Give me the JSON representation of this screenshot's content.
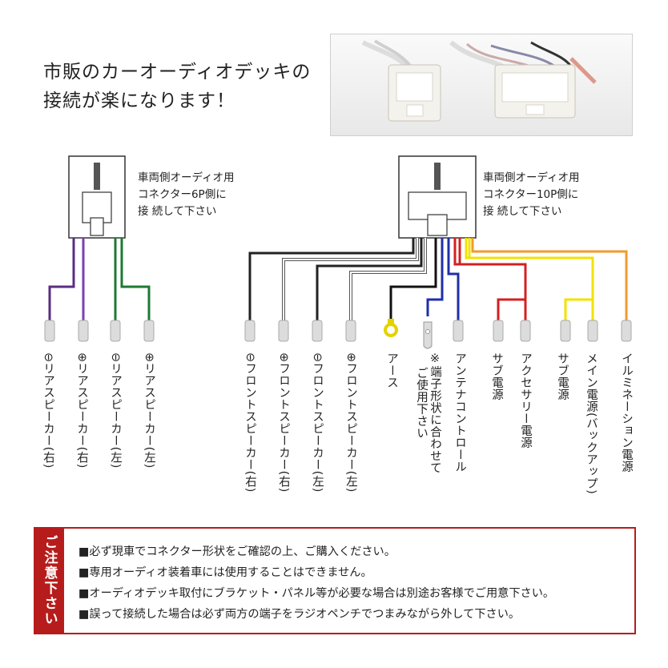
{
  "headline": {
    "line1": "市販のカーオーディオデッキの",
    "line2": "接続が楽になります！"
  },
  "connector_6p": {
    "label_lines": [
      "車両側オーディオ用",
      "コネクター6P側に",
      "接 続して下さい"
    ]
  },
  "connector_10p": {
    "label_lines": [
      "車両側オーディオ用",
      "コネクター10P側に",
      "接 続して下さい"
    ]
  },
  "wires": [
    {
      "label": "⊖リアスピーカー(右)",
      "color": "#5a2d82"
    },
    {
      "label": "⊕リアスピーカー(右)",
      "color": "#7b3fb3"
    },
    {
      "label": "⊖リアスピーカー(左)",
      "color": "#1c7a33"
    },
    {
      "label": "⊕リアスピーカー(左)",
      "color": "#1c7a33"
    },
    {
      "label": "⊖フロントスピーカー(右)",
      "color": "#222222"
    },
    {
      "label": "⊕フロントスピーカー(右)",
      "color": "#bbbbbb"
    },
    {
      "label": "⊖フロントスピーカー(左)",
      "color": "#222222"
    },
    {
      "label": "⊕フロントスピーカー(左)",
      "color": "#bbbbbb"
    },
    {
      "label": "アース",
      "color": "#111111"
    },
    {
      "label": "※端子形状に合わせて",
      "label2": "ご使用下さい",
      "color": "#1f2fa8"
    },
    {
      "label": "アンテナコントロール",
      "color": "#1f2fa8"
    },
    {
      "label": "サブ電源",
      "color": "#d41f1f"
    },
    {
      "label": "アクセサリー電源",
      "color": "#d41f1f"
    },
    {
      "label": "サブ電源",
      "color": "#f2e200"
    },
    {
      "label": "メイン電源(バックアップ)",
      "color": "#f2e200"
    },
    {
      "label": "イルミネーション電源",
      "color": "#f39a2e"
    }
  ],
  "notice": {
    "tag": "ご注意下さい",
    "items": [
      "■必ず現車でコネクター形状をご確認の上、ご購入ください。",
      "■専用オーディオ装着車には使用することはできません。",
      "■オーディオデッキ取付にブラケット・パネル等が必要な場合は別途お客様でご用意下さい。",
      "■誤って接続した場合は必ず両方の端子をラジオペンチでつまみながら外して下さい。"
    ]
  }
}
